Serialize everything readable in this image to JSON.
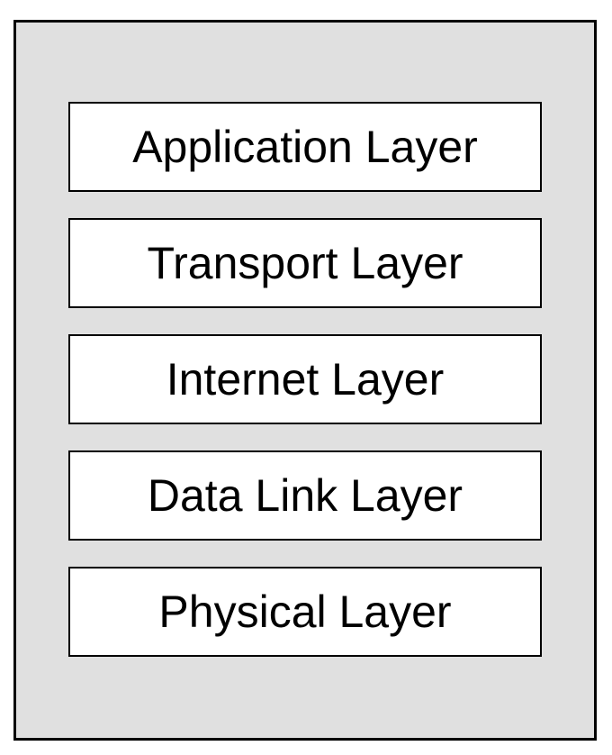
{
  "diagram": {
    "type": "layered-stack",
    "layers": [
      {
        "label": "Application Layer"
      },
      {
        "label": "Transport Layer"
      },
      {
        "label": "Internet Layer"
      },
      {
        "label": "Data Link Layer"
      },
      {
        "label": "Physical Layer"
      }
    ],
    "colors": {
      "container_background": "#e0e0e0",
      "box_background": "#ffffff",
      "border": "#000000",
      "text": "#000000",
      "page_background": "#ffffff"
    }
  }
}
